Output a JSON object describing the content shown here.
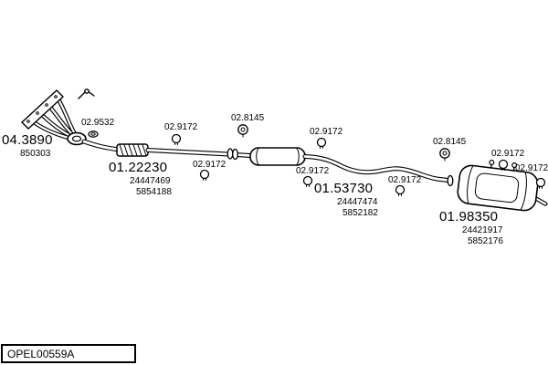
{
  "main_parts": [
    {
      "number": "04.3890",
      "refs": [
        "850303"
      ]
    },
    {
      "number": "01.22230",
      "refs": [
        "24447469",
        "5854188"
      ]
    },
    {
      "number": "01.53730",
      "refs": [
        "24447474",
        "5852182"
      ]
    },
    {
      "number": "01.98350",
      "refs": [
        "24421917",
        "5852176"
      ]
    }
  ],
  "small_parts": [
    {
      "number": "02.9532",
      "kind": "gasket"
    },
    {
      "number": "02.9172",
      "kind": "clamp"
    },
    {
      "number": "02.8145",
      "kind": "hanger"
    },
    {
      "number": "02.9172",
      "kind": "clamp"
    },
    {
      "number": "02.9172",
      "kind": "clamp"
    },
    {
      "number": "02.9172",
      "kind": "clamp"
    },
    {
      "number": "02.9172",
      "kind": "clamp"
    },
    {
      "number": "02.8145",
      "kind": "hanger"
    },
    {
      "number": "02.9172",
      "kind": "clamp"
    },
    {
      "number": "02.9172",
      "kind": "clamp"
    }
  ],
  "footer": {
    "code": "OPEL00559A"
  }
}
